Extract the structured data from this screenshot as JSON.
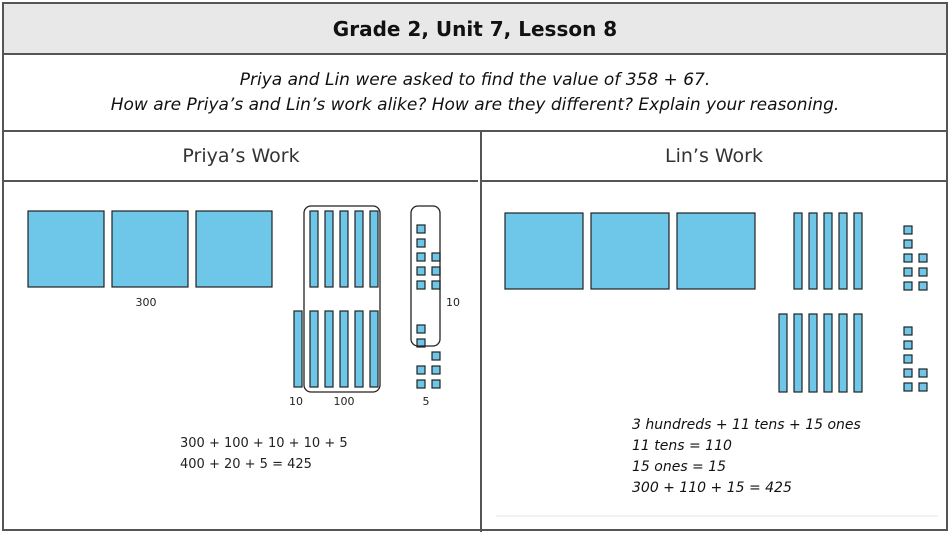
{
  "title": "Grade 2, Unit 7, Lesson 8",
  "prompt": {
    "line1": "Priya and Lin were asked to find the value of 358 + 67.",
    "line2": "How are Priya’s and Lin’s work alike? How are they different? Explain your reasoning."
  },
  "priya": {
    "heading": "Priya’s Work",
    "label_hundreds": "300",
    "label_single_ten": "10",
    "label_hundred_from_tens": "100",
    "label_ten_from_ones": "10",
    "label_ones": "5",
    "equation1": "300 + 100 + 10 + 10 + 5",
    "equation2": "400 + 20 + 5 = 425"
  },
  "lin": {
    "heading": "Lin’s Work",
    "line1": "3 hundreds + 11 tens + 15 ones",
    "line2": "11 tens = 110",
    "line3": "15 ones = 15",
    "line4": "300 + 110 + 15 = 425"
  },
  "colors": {
    "block_fill": "#6ec6e8",
    "block_stroke": "#222222",
    "header_bg": "#e8e8e8"
  }
}
